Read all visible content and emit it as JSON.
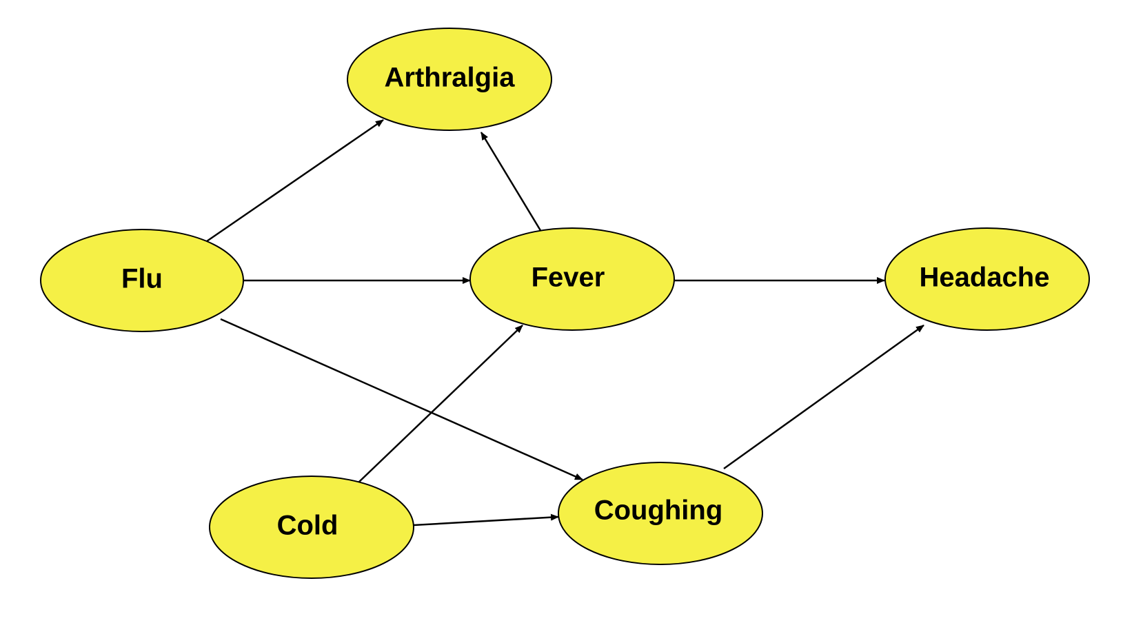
{
  "diagram": {
    "type": "directed-graph",
    "node_fill": "#f5f046",
    "edge_color": "#000000",
    "nodes": [
      {
        "id": "arthralgia",
        "label": "Arthralgia"
      },
      {
        "id": "flu",
        "label": "Flu"
      },
      {
        "id": "fever",
        "label": "Fever"
      },
      {
        "id": "headache",
        "label": "Headache"
      },
      {
        "id": "cold",
        "label": "Cold"
      },
      {
        "id": "coughing",
        "label": "Coughing"
      }
    ],
    "edges": [
      {
        "from": "flu",
        "to": "arthralgia"
      },
      {
        "from": "fever",
        "to": "arthralgia"
      },
      {
        "from": "flu",
        "to": "fever"
      },
      {
        "from": "fever",
        "to": "headache"
      },
      {
        "from": "cold",
        "to": "fever"
      },
      {
        "from": "flu",
        "to": "coughing"
      },
      {
        "from": "cold",
        "to": "coughing"
      },
      {
        "from": "coughing",
        "to": "headache"
      }
    ]
  }
}
